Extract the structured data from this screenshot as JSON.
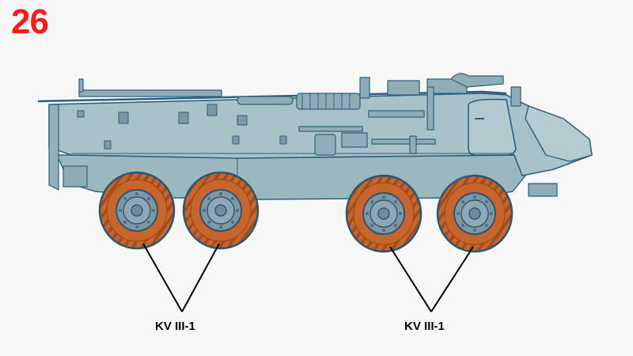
{
  "step": {
    "number": "26"
  },
  "colors": {
    "step_number": "#ff1a1a",
    "hull_fill": "#a7c2c8",
    "hull_outline": "#2f5f7e",
    "tire_fill": "#c8652c",
    "tire_outline": "#2a5574",
    "hub_fill": "#7d98a4",
    "leader_line": "#000000"
  },
  "callouts": [
    {
      "label": "KV III-1",
      "wheels": [
        "wheel-1",
        "wheel-2"
      ]
    },
    {
      "label": "KV III-1",
      "wheels": [
        "wheel-3",
        "wheel-4"
      ]
    }
  ]
}
